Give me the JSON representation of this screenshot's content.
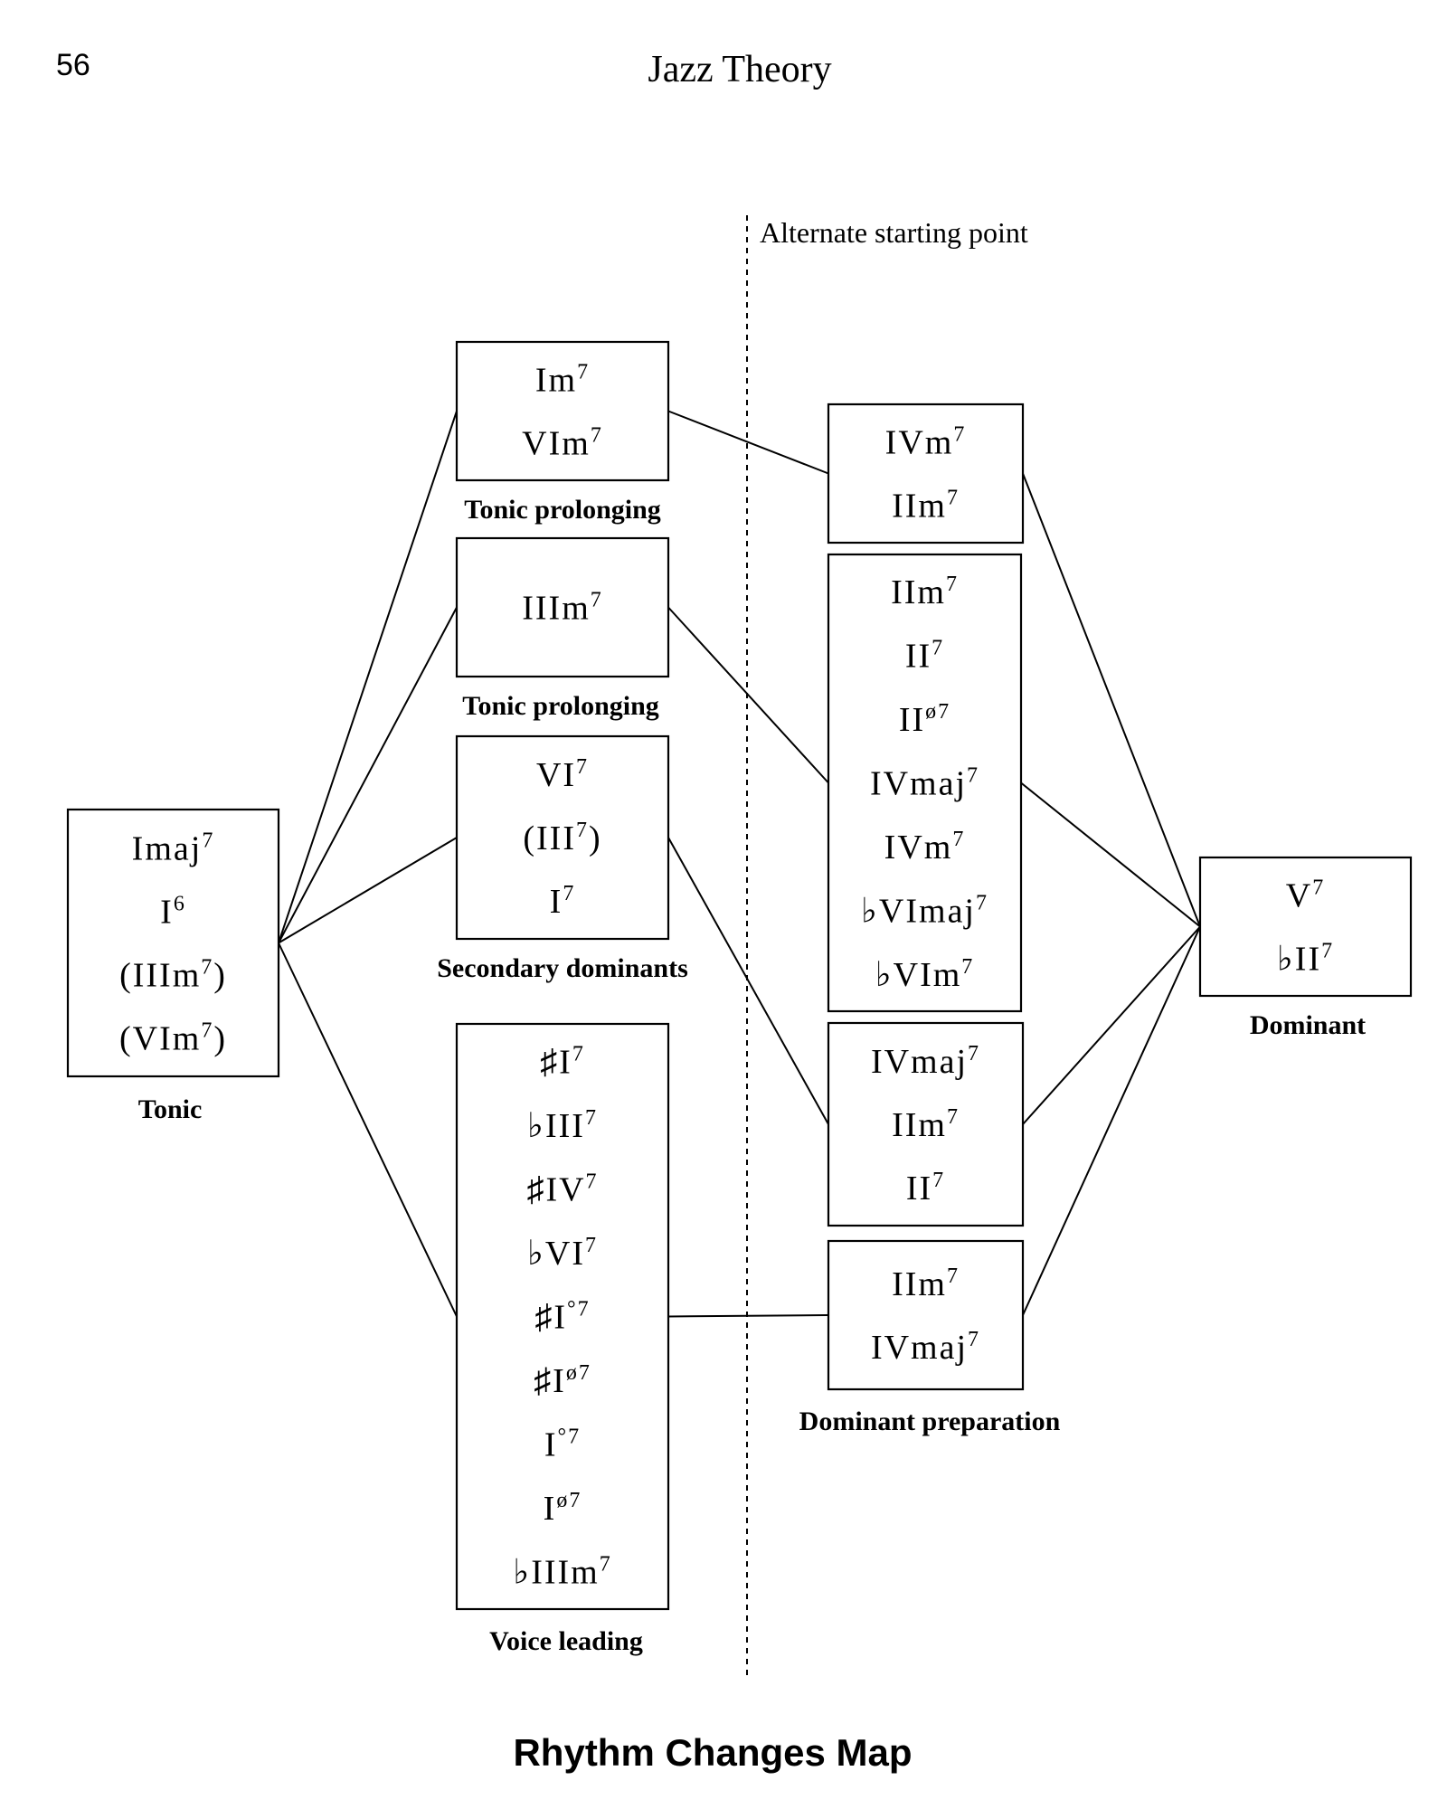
{
  "page": {
    "number": "56",
    "running_title": "Jazz Theory",
    "figure_title": "Rhythm Changes Map",
    "alternate_label": "Alternate starting point"
  },
  "boxes": [
    {
      "id": "tonic",
      "label": "Tonic",
      "chords": [
        {
          "base": "Imaj",
          "sup": "7"
        },
        {
          "base": "I",
          "sup": "6"
        },
        {
          "base": "(IIIm",
          "sup": "7",
          "after": ")"
        },
        {
          "base": "(VIm",
          "sup": "7",
          "after": ")"
        }
      ]
    },
    {
      "id": "tonic-prolong-1",
      "label": "Tonic prolonging",
      "chords": [
        {
          "base": "Im",
          "sup": "7"
        },
        {
          "base": "VIm",
          "sup": "7"
        }
      ]
    },
    {
      "id": "tonic-prolong-2",
      "label": "Tonic prolonging",
      "chords": [
        {
          "base": "IIIm",
          "sup": "7"
        }
      ]
    },
    {
      "id": "secondary",
      "label": "Secondary dominants",
      "chords": [
        {
          "base": "VI",
          "sup": "7"
        },
        {
          "base": "(III",
          "sup": "7",
          "after": ")"
        },
        {
          "base": "I",
          "sup": "7"
        }
      ]
    },
    {
      "id": "voice",
      "label": "Voice leading",
      "chords": [
        {
          "base": "♯I",
          "sup": "7"
        },
        {
          "base": "♭III",
          "sup": "7"
        },
        {
          "base": "♯IV",
          "sup": "7"
        },
        {
          "base": "♭VI",
          "sup": "7"
        },
        {
          "base": "♯I",
          "sup": "°7"
        },
        {
          "base": "♯I",
          "sup": "ø7"
        },
        {
          "base": "I",
          "sup": "°7"
        },
        {
          "base": "I",
          "sup": "ø7"
        },
        {
          "base": "♭IIIm",
          "sup": "7"
        }
      ]
    },
    {
      "id": "dp1",
      "label": "",
      "chords": [
        {
          "base": "IVm",
          "sup": "7"
        },
        {
          "base": "IIm",
          "sup": "7"
        }
      ]
    },
    {
      "id": "dp2",
      "label": "",
      "chords": [
        {
          "base": "IIm",
          "sup": "7"
        },
        {
          "base": "II",
          "sup": "7"
        },
        {
          "base": "II",
          "sup": "ø7"
        },
        {
          "base": "IVmaj",
          "sup": "7"
        },
        {
          "base": "IVm",
          "sup": "7"
        },
        {
          "base": "♭VImaj",
          "sup": "7"
        },
        {
          "base": "♭VIm",
          "sup": "7"
        }
      ]
    },
    {
      "id": "dp3",
      "label": "",
      "chords": [
        {
          "base": "IVmaj",
          "sup": "7"
        },
        {
          "base": "IIm",
          "sup": "7"
        },
        {
          "base": "II",
          "sup": "7"
        }
      ]
    },
    {
      "id": "dp4",
      "label": "Dominant preparation",
      "chords": [
        {
          "base": "IIm",
          "sup": "7"
        },
        {
          "base": "IVmaj",
          "sup": "7"
        }
      ]
    },
    {
      "id": "dominant",
      "label": "Dominant",
      "chords": [
        {
          "base": "V",
          "sup": "7"
        },
        {
          "base": "♭II",
          "sup": "7"
        }
      ]
    }
  ],
  "connections": [
    [
      "tonic",
      "tonic-prolong-1"
    ],
    [
      "tonic",
      "tonic-prolong-2"
    ],
    [
      "tonic",
      "secondary"
    ],
    [
      "tonic",
      "voice"
    ],
    [
      "tonic-prolong-1",
      "dp1"
    ],
    [
      "tonic-prolong-2",
      "dp2"
    ],
    [
      "secondary",
      "dp3"
    ],
    [
      "voice",
      "dp4"
    ],
    [
      "dp1",
      "dominant"
    ],
    [
      "dp2",
      "dominant"
    ],
    [
      "dp3",
      "dominant"
    ],
    [
      "dp4",
      "dominant"
    ]
  ]
}
